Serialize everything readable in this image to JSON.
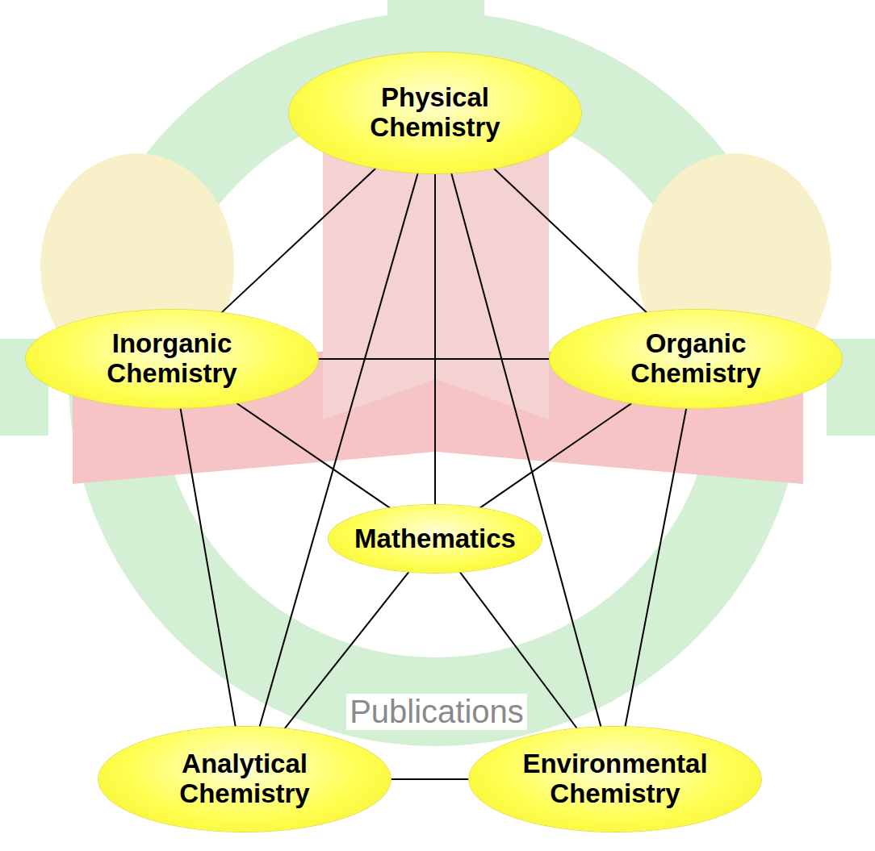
{
  "diagram": {
    "nodes": [
      {
        "text": [
          "Physical Chemistry"
        ]
      },
      {
        "text": [
          "Inorganic Chemistry"
        ]
      },
      {
        "text": [
          "Organic Chemistry"
        ]
      },
      {
        "text": [
          "Mathematics"
        ]
      },
      {
        "text": [
          "Analytical Chemistry"
        ]
      },
      {
        "text": [
          "Environmental Chemistry"
        ]
      }
    ],
    "edges": [
      {
        "from": 0,
        "to": 1,
        "arrow": "none"
      },
      {
        "from": 0,
        "to": 2,
        "arrow": "none"
      },
      {
        "from": 0,
        "to": 3,
        "arrow": "none"
      },
      {
        "from": 0,
        "to": 4,
        "arrow": "none"
      },
      {
        "from": 0,
        "to": 5,
        "arrow": "none"
      },
      {
        "from": 1,
        "to": 2,
        "arrow": "none"
      },
      {
        "from": 1,
        "to": 3,
        "arrow": "none"
      },
      {
        "from": 2,
        "to": 3,
        "arrow": "none"
      },
      {
        "from": 1,
        "to": 4,
        "arrow": "none"
      },
      {
        "from": 2,
        "to": 5,
        "arrow": "none"
      },
      {
        "from": 3,
        "to": 4,
        "arrow": "none"
      },
      {
        "from": 3,
        "to": 5,
        "arrow": "none"
      },
      {
        "from": 4,
        "to": 5,
        "arrow": "none"
      }
    ],
    "labels": [
      "Publications"
    ]
  }
}
